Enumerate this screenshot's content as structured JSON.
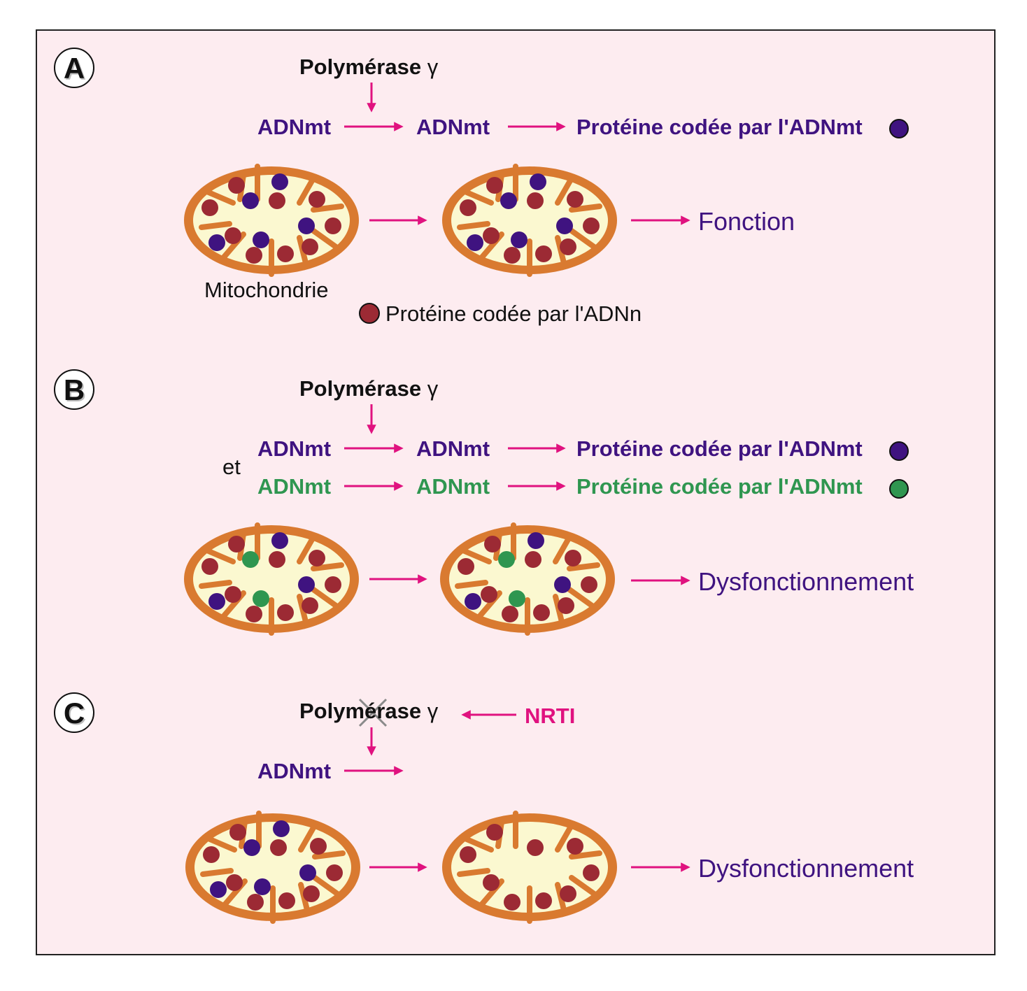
{
  "panels": [
    {
      "letter": "A",
      "polymerase": "Polymérase",
      "gamma": "γ",
      "rows": [
        {
          "dna1": "ADNmt",
          "dna2": "ADNmt",
          "protein": "Protéine codée par l'ADNmt",
          "color": "#3f1380"
        }
      ],
      "outcome": "Fonction",
      "mito_label": "Mitochondrie",
      "legend_nuclear": "Protéine codée par l'ADNn"
    },
    {
      "letter": "B",
      "polymerase": "Polymérase",
      "gamma": "γ",
      "and_label": "et",
      "rows": [
        {
          "dna1": "ADNmt",
          "dna2": "ADNmt",
          "protein": "Protéine codée par l'ADNmt",
          "color": "#3f1380"
        },
        {
          "dna1": "ADNmt",
          "dna2": "ADNmt",
          "protein": "Protéine codée par l'ADNmt",
          "color": "#2f9650"
        }
      ],
      "outcome": "Dysfonctionnement"
    },
    {
      "letter": "C",
      "polymerase": "Polymérase",
      "gamma": "γ",
      "inhibitor": "NRTI",
      "rows": [
        {
          "dna1": "ADNmt"
        }
      ],
      "outcome": "Dysfonctionnement"
    }
  ],
  "colors": {
    "arrow": "#e0127f",
    "mt_protein": "#3f1380",
    "mutant_protein": "#2f9650",
    "nuclear_protein": "#9c2a34",
    "membrane": "#d97a30",
    "matrix": "#fbf8d0"
  }
}
